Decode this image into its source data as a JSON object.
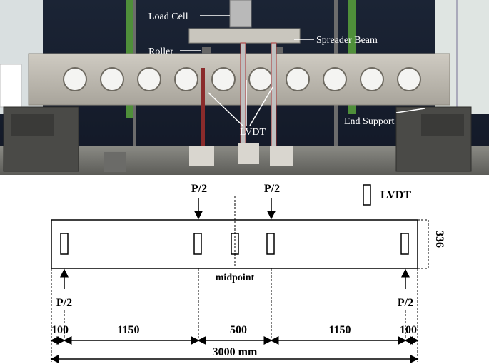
{
  "photo": {
    "labels": {
      "load_cell": "Load Cell",
      "spreader_beam": "Spreader Beam",
      "roller": "Roller",
      "lvdt": "LVDT",
      "end_support": "End Support"
    },
    "opening_count": 10
  },
  "diagram": {
    "load_label": "P/2",
    "legend_label": "LVDT",
    "depth": "336",
    "midpoint_label": "midpoint",
    "dimensions": [
      "100",
      "1150",
      "500",
      "1150",
      "100"
    ],
    "total_length": "3000 mm"
  }
}
